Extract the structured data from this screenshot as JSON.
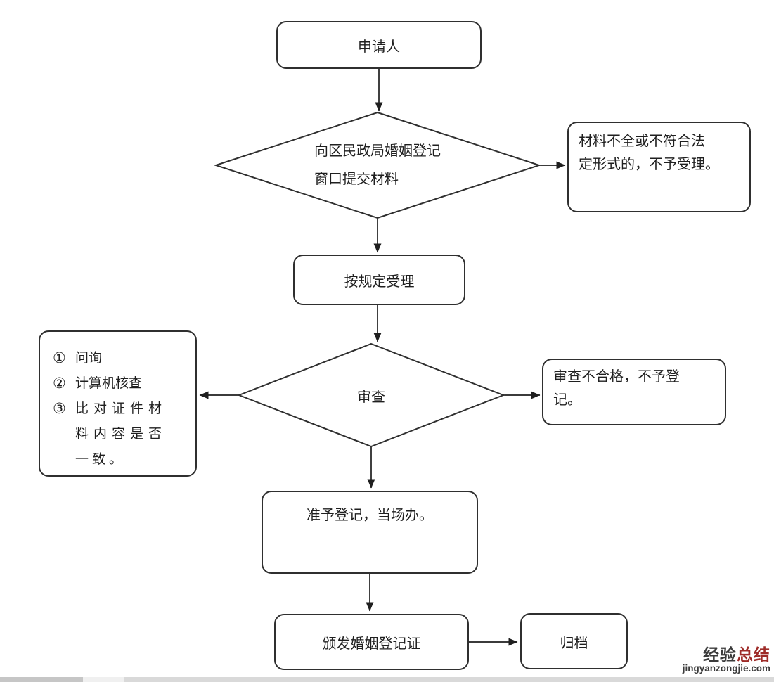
{
  "colors": {
    "stroke": "#2f2f2f",
    "line": "#1f1f1f",
    "background": "#ffffff",
    "watermark_dark": "#3b3b3b",
    "watermark_red": "#9e2b28"
  },
  "flowchart": {
    "nodes": {
      "applicant": {
        "label": "申请人"
      },
      "submit": {
        "lines": [
          "向区民政局婚姻登记",
          "窗口提交材料"
        ]
      },
      "not_accepted": {
        "lines": [
          "材料不全或不符合法",
          "定形式的，不予受理。"
        ]
      },
      "accept": {
        "label": "按规定受理"
      },
      "review": {
        "label": "审查"
      },
      "checks": {
        "items": [
          {
            "marker": "①",
            "text": "问询"
          },
          {
            "marker": "②",
            "text": "计算机核查"
          },
          {
            "marker": "③",
            "text": "比对证件材料内容是否一致。"
          }
        ]
      },
      "rejected": {
        "lines": [
          "审查不合格，不予登",
          "记。"
        ]
      },
      "approve": {
        "label": "准予登记，当场办。"
      },
      "certificate": {
        "label": "颁发婚姻登记证"
      },
      "archive": {
        "label": "归档"
      }
    }
  },
  "watermark": {
    "title_part1": "经验",
    "title_part2": "总结",
    "url": "jingyanzongjie.com"
  }
}
